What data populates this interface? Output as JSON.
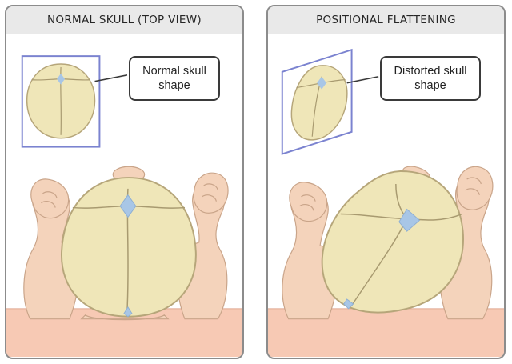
{
  "panels": {
    "left": {
      "title": "NORMAL SKULL (TOP VIEW)",
      "callout_line1": "Normal skull",
      "callout_line2": "shape"
    },
    "right": {
      "title": "POSITIONAL FLATTENING",
      "callout_line1": "Distorted skull",
      "callout_line2": "shape"
    }
  },
  "colors": {
    "skull_fill": "#efe6b8",
    "skull_outline": "#b6a67a",
    "fontanelle": "#a8c6e6",
    "skin": "#f4d3bb",
    "skin_outline": "#c9a489",
    "mattress": "#f7c9b4",
    "frame": "#7b83d0"
  }
}
